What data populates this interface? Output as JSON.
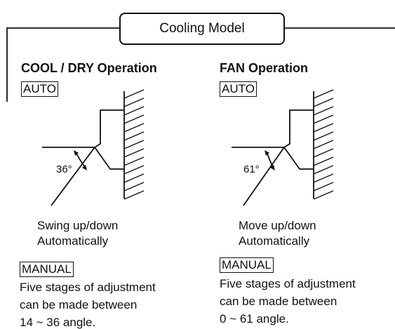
{
  "title": "Cooling Model",
  "left": {
    "heading": "COOL / DRY Operation",
    "auto_tag": "AUTO",
    "angle_label": "36°",
    "caption_line1": "Swing up/down",
    "caption_line2": "Automatically",
    "manual_tag": "MANUAL",
    "text_line1": "Five stages of adjustment",
    "text_line2": "can be made between",
    "text_line3": "14 ~ 36 angle."
  },
  "right": {
    "heading": "FAN Operation",
    "auto_tag": "AUTO",
    "angle_label": "61°",
    "caption_line1": "Move up/down",
    "caption_line2": "Automatically",
    "manual_tag": "MANUAL",
    "text_line1": "Five stages of adjustment",
    "text_line2": "can be made between",
    "text_line3": "0 ~ 61 angle."
  },
  "icons": {
    "left_diagram": "louver-angle-diagram",
    "right_diagram": "louver-angle-diagram"
  }
}
